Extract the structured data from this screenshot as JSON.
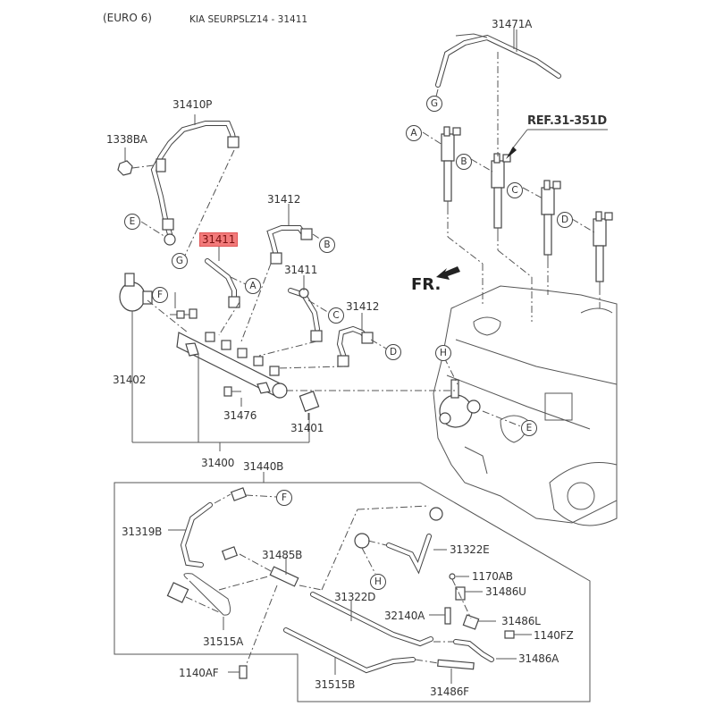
{
  "header": {
    "variant": "(EURO 6)",
    "catalog_ref": "KIA SEURPSLZ14 - 31411"
  },
  "reference": {
    "label": "REF.31-351D"
  },
  "direction": {
    "label": "FR."
  },
  "highlighted_part": "31411",
  "part_labels": {
    "p31410P": "31410P",
    "p1338BA": "1338BA",
    "p31411_hl": "31411",
    "p31412_top": "31412",
    "p31411": "31411",
    "p31412_low": "31412",
    "p31471A": "31471A",
    "p31402": "31402",
    "p31476": "31476",
    "p31401": "31401",
    "p31400": "31400",
    "p31440B": "31440B",
    "p31319B": "31319B",
    "p31485B": "31485B",
    "p31515A": "31515A",
    "p1140AF": "1140AF",
    "p31515B": "31515B",
    "p31322D": "31322D",
    "p31322E": "31322E",
    "p1170AB": "1170AB",
    "p31486U": "31486U",
    "p32140A": "32140A",
    "p31486L": "31486L",
    "p1140FZ": "1140FZ",
    "p31486A": "31486A",
    "p31486F": "31486F"
  },
  "callouts": {
    "E1": "E",
    "G1": "G",
    "A1": "A",
    "B1": "B",
    "C1": "C",
    "D1": "D",
    "F1": "F",
    "G2": "G",
    "A2": "A",
    "B2": "B",
    "C2": "C",
    "D2": "D",
    "H1": "H",
    "E2": "E",
    "F2": "F",
    "H2": "H"
  }
}
